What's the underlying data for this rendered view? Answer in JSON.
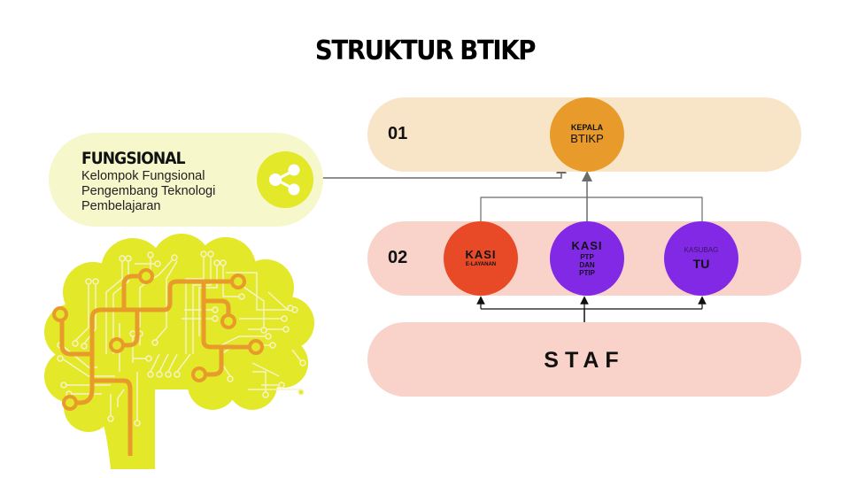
{
  "title": "STRUKTUR BTIKP",
  "fungsional": {
    "title": "FUNGSIONAL",
    "description_lines": [
      "Kelompok Fungsional",
      "Pengembang Teknologi",
      "Pembelajaran"
    ],
    "icon": "share-icon"
  },
  "rows": [
    {
      "number": "01",
      "color": "#f8e5c8"
    },
    {
      "number": "02",
      "color": "#f9d2c9"
    }
  ],
  "nodes": {
    "kepala": {
      "small": "KEPALA",
      "big": "BTIKP",
      "color": "#e89b2a"
    },
    "kasi_elayanan": {
      "big": "KASI",
      "small": "E-LAYANAN",
      "color": "#e84a27"
    },
    "kasi_ptp": {
      "big": "KASI",
      "lines": [
        "PTP",
        "DAN",
        "PTIP"
      ],
      "color": "#8229e6"
    },
    "kasubag": {
      "small": "KASUBAG",
      "big": "TU",
      "color": "#8229e6"
    }
  },
  "staf": {
    "label": "STAF",
    "color": "#f9d2c9"
  },
  "illustration": {
    "name": "circuit-brain",
    "colors": {
      "brain": "#e3e829",
      "trace": "#e89b2a",
      "lines": "#f6f3c6"
    }
  }
}
